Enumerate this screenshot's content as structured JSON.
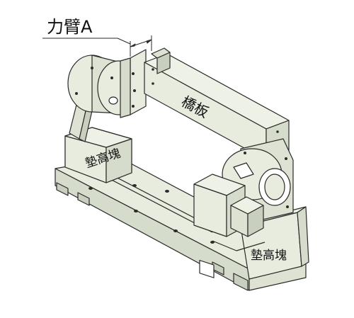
{
  "labels": {
    "arm": "力臂A",
    "beam": "橋板",
    "riser_left": "墊高塊",
    "riser_right": "墊高塊"
  },
  "colors": {
    "body": "#e8ecdf",
    "body_shade": "#d6dccb",
    "line": "#2a2a2a",
    "background": "#ffffff"
  }
}
